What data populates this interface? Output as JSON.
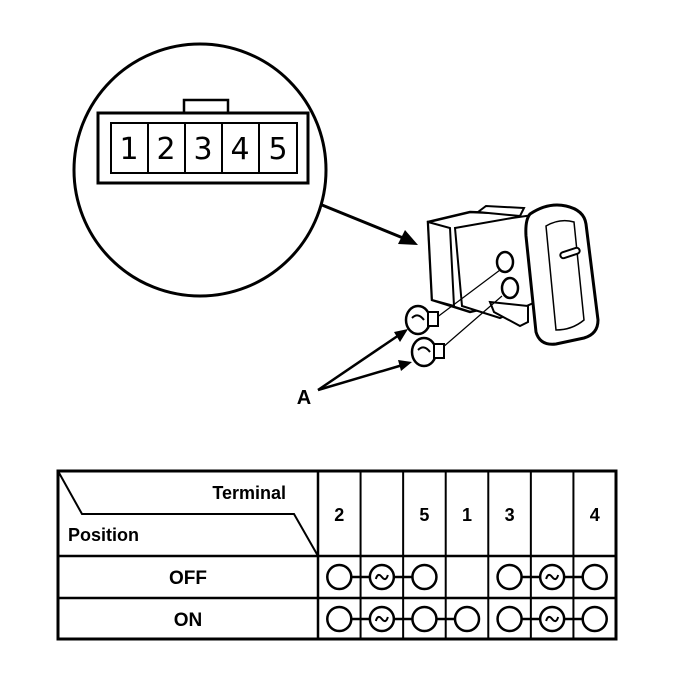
{
  "connector": {
    "pins": [
      "1",
      "2",
      "3",
      "4",
      "5"
    ]
  },
  "callout": {
    "label": "A"
  },
  "table": {
    "header_terminal": "Terminal",
    "header_position": "Position",
    "columns": [
      "2",
      "",
      "5",
      "1",
      "3",
      "",
      "4"
    ],
    "rows": [
      {
        "label": "OFF",
        "circles": [
          "plain",
          "bulb",
          "plain",
          "none",
          "plain",
          "bulb",
          "plain"
        ],
        "links": [
          [
            0,
            1
          ],
          [
            1,
            2
          ],
          [
            4,
            5
          ],
          [
            5,
            6
          ]
        ]
      },
      {
        "label": "ON",
        "circles": [
          "plain",
          "bulb",
          "plain",
          "plain",
          "plain",
          "bulb",
          "plain"
        ],
        "links": [
          [
            0,
            1
          ],
          [
            1,
            2
          ],
          [
            2,
            3
          ],
          [
            4,
            5
          ],
          [
            5,
            6
          ]
        ]
      }
    ]
  }
}
